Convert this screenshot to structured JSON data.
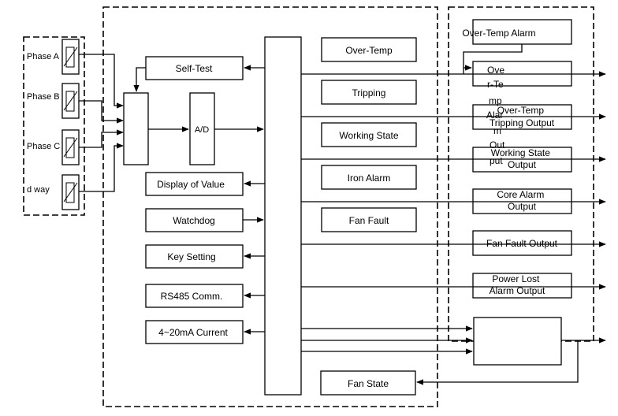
{
  "sensors": {
    "phase_a": "Phase A",
    "phase_b": "Phase B",
    "phase_c": "Phase C",
    "d_way": "d way"
  },
  "blocks": {
    "self_test": "Self-Test",
    "ad": "A/D",
    "display_of_value": "Display of Value",
    "watchdog": "Watchdog",
    "key_setting": "Key Setting",
    "rs485": "RS485 Comm.",
    "current": "4~20mA Current"
  },
  "signals": {
    "over_temp": "Over-Temp",
    "tripping": "Tripping",
    "working_state": "Working State",
    "iron_alarm": "Iron Alarm",
    "fan_fault": "Fan Fault",
    "fan_state": "Fan State"
  },
  "outputs": {
    "over_temp_alarm": "Over-Temp Alarm",
    "over_temp_alarm_output_wrapped": [
      "Ove",
      "r-Te",
      "mp",
      "Alar",
      "m",
      "Out",
      "put"
    ],
    "over_temp_tripping_output": [
      "Over-Temp",
      "Tripping Output"
    ],
    "working_state_output": [
      "Working State",
      "Output"
    ],
    "core_alarm_output": [
      "Core Alarm",
      "Output"
    ],
    "fan_fault_output": "Fan Fault Output",
    "power_lost_alarm_output": [
      "Power Lost",
      "Alarm Output"
    ]
  }
}
